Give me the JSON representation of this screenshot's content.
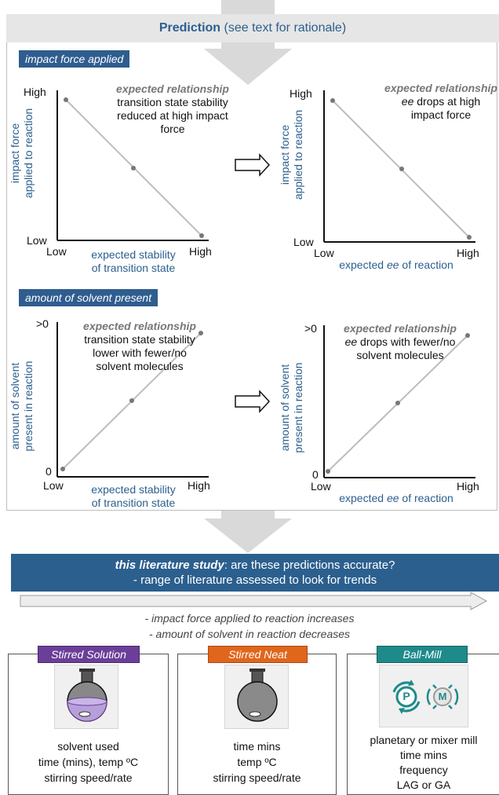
{
  "header": {
    "title_bold": "Prediction",
    "title_rest": " (see text for rationale)"
  },
  "sections": [
    {
      "label": "impact force applied",
      "left": {
        "ylabel_lines": [
          "impact force",
          "applied to reaction"
        ],
        "y_high": "High",
        "y_low": "Low",
        "x_low": "Low",
        "x_high": "High",
        "xlabel_lines": [
          "expected stability",
          "of transition state"
        ],
        "rel_title": "expected relationship",
        "rel_lines": [
          "transition state stability",
          "reduced at high impact",
          "force"
        ]
      },
      "right": {
        "ylabel_lines": [
          "impact force",
          "applied to reaction"
        ],
        "y_high": "High",
        "y_low": "Low",
        "x_low": "Low",
        "x_high": "High",
        "xlabel_pre": "expected ",
        "xlabel_em": "ee",
        "xlabel_post": " of reaction",
        "rel_title": "expected relationship",
        "rel_em": "ee",
        "rel_line1_post": " drops at high",
        "rel_line2": "impact force"
      }
    },
    {
      "label": "amount of solvent present",
      "left": {
        "ylabel_lines": [
          "amount of solvent",
          "present in reaction"
        ],
        "y_high": ">0",
        "y_low": "0",
        "x_low": "Low",
        "x_high": "High",
        "xlabel_lines": [
          "expected stability",
          "of transition state"
        ],
        "rel_title": "expected relationship",
        "rel_lines": [
          "transition state stability",
          "lower with fewer/no",
          "solvent molecules"
        ]
      },
      "right": {
        "ylabel_lines": [
          "amount of solvent",
          "present in reaction"
        ],
        "y_high": ">0",
        "y_low": "0",
        "x_low": "Low",
        "x_high": "High",
        "xlabel_pre": "expected ",
        "xlabel_em": "ee",
        "xlabel_post": " of reaction",
        "rel_title": "expected relationship",
        "rel_em": "ee",
        "rel_line1_post": " drops with fewer/no",
        "rel_line2": "solvent molecules"
      }
    }
  ],
  "study": {
    "bold": "this literature study",
    "rest": ": are these predictions accurate?",
    "line2": "- range of literature assessed to look for trends"
  },
  "trends": [
    "- impact force applied to reaction increases",
    "- amount of solvent in reaction decreases"
  ],
  "methods": [
    {
      "label": "Stirred Solution",
      "color": "#6b3f99",
      "lines": [
        "solvent used",
        "time (mins), temp ºC",
        "stirring speed/rate"
      ]
    },
    {
      "label": "Stirred Neat",
      "color": "#e0661c",
      "lines": [
        "time mins",
        "temp ºC",
        "stirring speed/rate"
      ]
    },
    {
      "label": "Ball-Mill",
      "color": "#1f8a8a",
      "icon_p": "P",
      "icon_m": "M",
      "lines": [
        "planetary or mixer mill",
        "time mins",
        "frequency",
        "LAG or GA"
      ]
    }
  ],
  "colors": {
    "accent_blue": "#2b5f8e",
    "line_grey": "#bdbdbd"
  }
}
